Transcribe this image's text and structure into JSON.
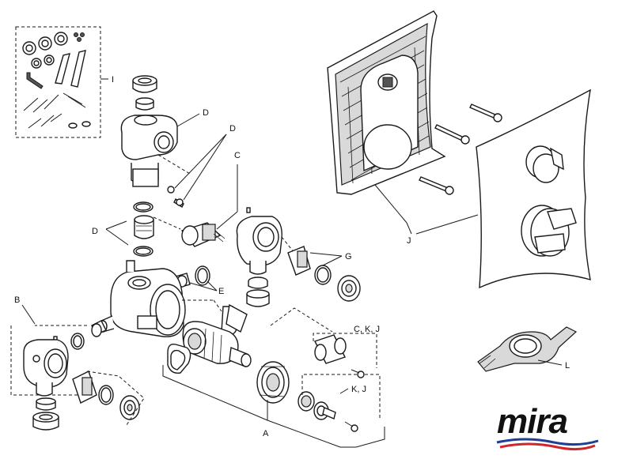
{
  "callouts": {
    "I": "I",
    "D_top": "D",
    "D_screws": "D",
    "C": "C",
    "D_left": "D",
    "G": "G",
    "E": "E",
    "B": "B",
    "CKJ": "C, K, J",
    "KJ": "K, J",
    "A": "A",
    "J": "J",
    "L": "L"
  },
  "brand": {
    "name": "mira",
    "colors": {
      "text": "#111111",
      "wave_blue": "#1f3f94",
      "wave_red": "#d0262b"
    }
  }
}
